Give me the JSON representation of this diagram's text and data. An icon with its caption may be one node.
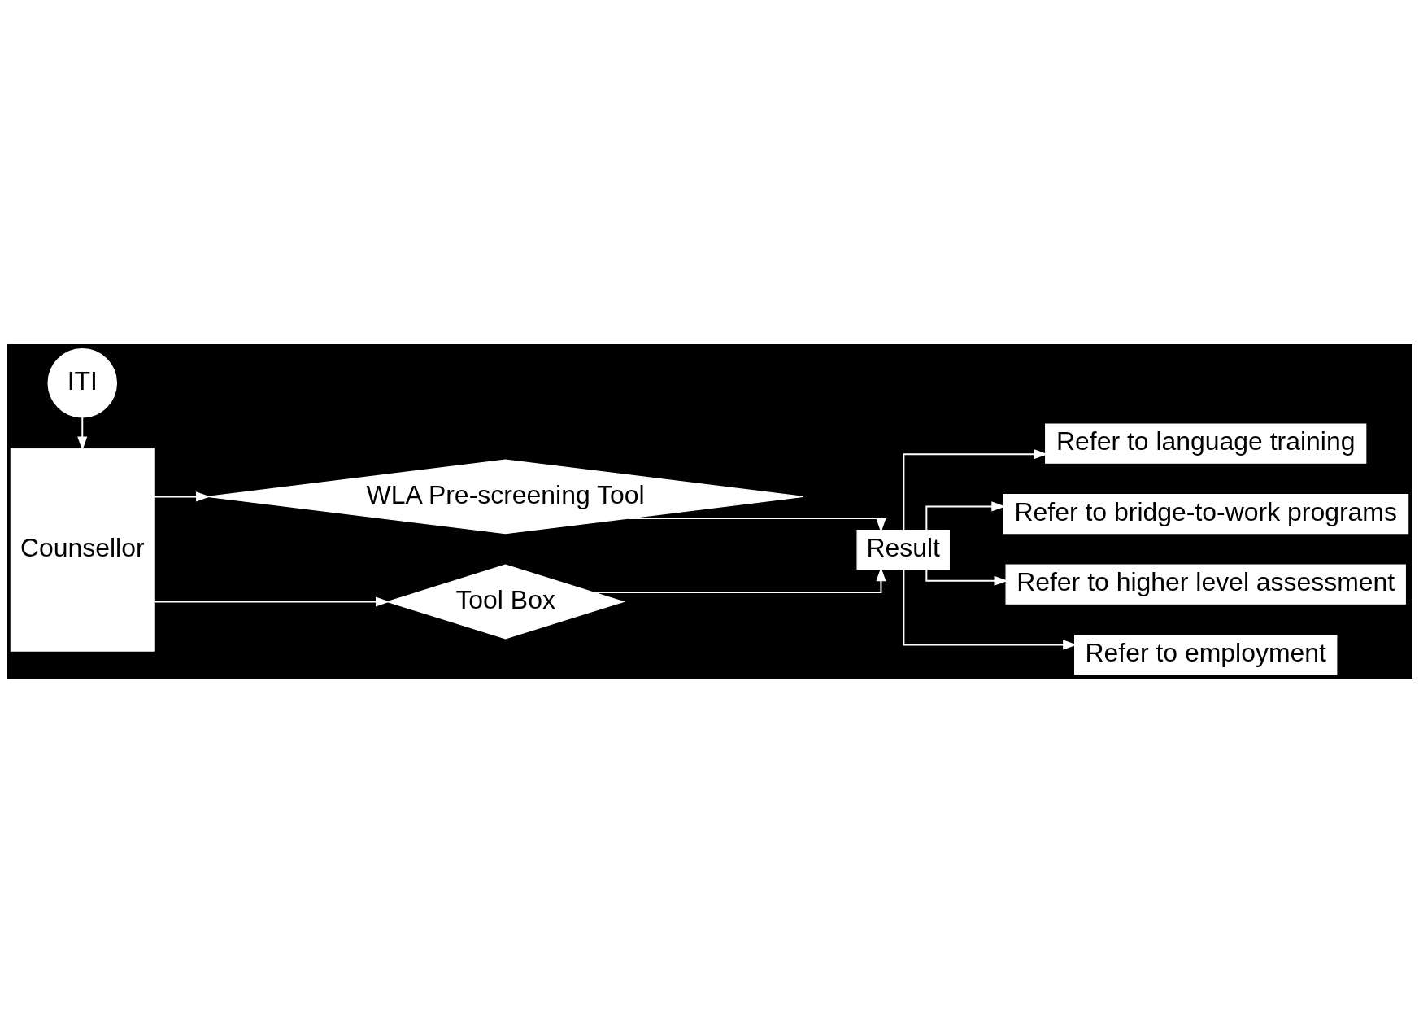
{
  "diagram": {
    "nodes": [
      {
        "text": [
          "ITI"
        ]
      },
      {
        "text": [
          "Counsellor"
        ]
      },
      {
        "text": [
          "WLA Pre-screening Tool"
        ]
      },
      {
        "text": [
          "Tool Box"
        ]
      },
      {
        "text": [
          "Result"
        ]
      },
      {
        "text": [
          "Refer to language training"
        ]
      },
      {
        "text": [
          "Refer to bridge-to-work programs"
        ]
      },
      {
        "text": [
          "Refer to higher level assessment"
        ]
      },
      {
        "text": [
          "Refer to employment"
        ]
      }
    ],
    "edges": [
      {
        "from": 0,
        "to": 1,
        "arrow": "to"
      },
      {
        "from": 1,
        "to": 2,
        "arrow": "to"
      },
      {
        "from": 1,
        "to": 3,
        "arrow": "to"
      },
      {
        "from": 2,
        "to": 4,
        "arrow": "to"
      },
      {
        "from": 3,
        "to": 4,
        "arrow": "to"
      },
      {
        "from": 4,
        "to": 5,
        "arrow": "to"
      },
      {
        "from": 4,
        "to": 6,
        "arrow": "to"
      },
      {
        "from": 4,
        "to": 7,
        "arrow": "to"
      },
      {
        "from": 4,
        "to": 8,
        "arrow": "to"
      }
    ]
  }
}
